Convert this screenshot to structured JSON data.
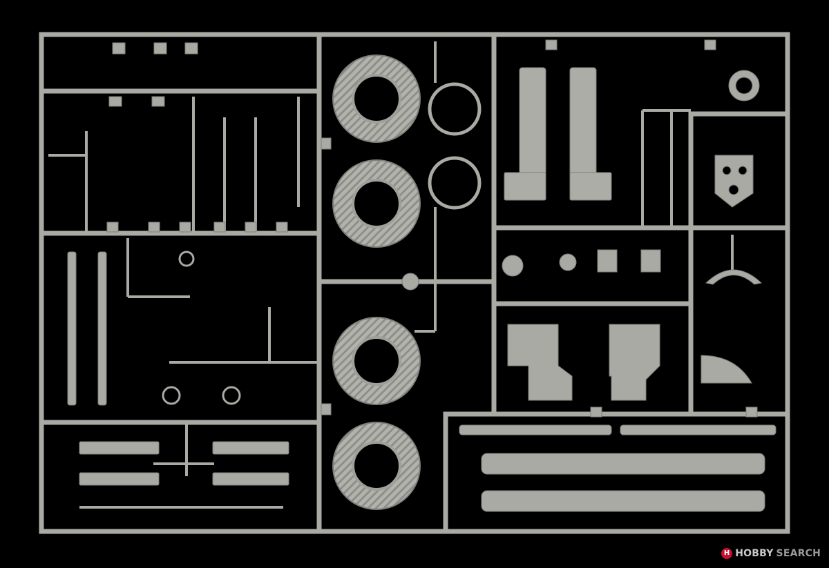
{
  "image": {
    "subject": "plastic-model-sprue",
    "background_color": "#000000",
    "plastic_color": "#a9aaa4",
    "plastic_shadow_color": "#7e7f7a"
  },
  "watermark": {
    "logo_letter": "H",
    "brand_part1": "HOBBY",
    "brand_part2": "SEARCH"
  }
}
